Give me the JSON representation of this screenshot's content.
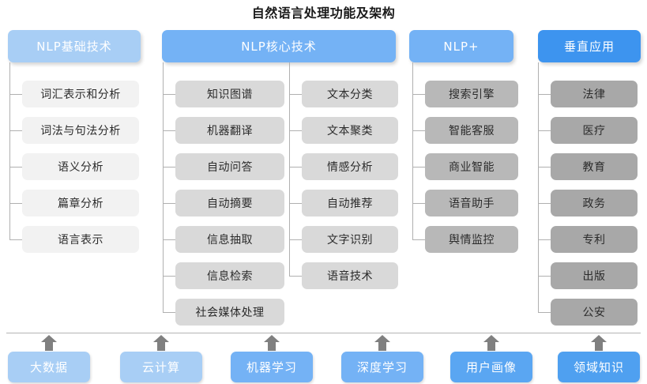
{
  "title": "自然语言处理功能及架构",
  "colors": {
    "pill_light": "#a8cef5",
    "pill_mid": "#74b2f5",
    "pill_accent": "#4fa0f0",
    "pill_dark": "#3d94ef",
    "node_l1": "#f2f2f2",
    "node_l2": "#d9d9d9",
    "node_l3": "#b8b8b8",
    "node_l4": "#a8a8a8",
    "line": "#b0b0b0",
    "arrow": "#808080",
    "title_color": "#1a1a1a"
  },
  "groups": [
    {
      "header": "NLP基础技术",
      "header_color": "#a8cef5",
      "node_color": "#f2f2f2",
      "columns": [
        {
          "items": [
            "词汇表示和分析",
            "词法与句法分析",
            "语义分析",
            "篇章分析",
            "语言表示"
          ]
        }
      ]
    },
    {
      "header": "NLP核心技术",
      "header_color": "#74b2f5",
      "node_color": "#d9d9d9",
      "columns": [
        {
          "items": [
            "知识图谱",
            "机器翻译",
            "自动问答",
            "自动摘要",
            "信息抽取",
            "信息检索",
            "社会媒体处理"
          ]
        },
        {
          "items": [
            "文本分类",
            "文本聚类",
            "情感分析",
            "自动推荐",
            "文字识别",
            "语音技术"
          ]
        }
      ]
    },
    {
      "header": "NLP+",
      "header_color": "#74b2f5",
      "node_color": "#b8b8b8",
      "columns": [
        {
          "items": [
            "搜索引擎",
            "智能客服",
            "商业智能",
            "语音助手",
            "舆情监控"
          ]
        }
      ]
    },
    {
      "header": "垂直应用",
      "header_color": "#3d94ef",
      "node_color": "#a8a8a8",
      "columns": [
        {
          "items": [
            "法律",
            "医疗",
            "教育",
            "政务",
            "专利",
            "出版",
            "公安"
          ]
        }
      ]
    }
  ],
  "foundation": {
    "items": [
      "大数据",
      "云计算",
      "机器学习",
      "深度学习",
      "用户画像",
      "领域知识"
    ],
    "colors": [
      "#a8cef5",
      "#a8cef5",
      "#74b2f5",
      "#74b2f5",
      "#5aa6f2",
      "#4fa0f0"
    ],
    "arrow_icon": "arrow-up-icon"
  }
}
